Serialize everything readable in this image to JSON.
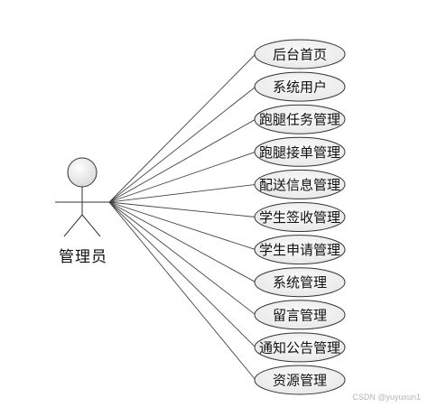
{
  "actor": {
    "name": "管理员"
  },
  "use_cases": [
    "后台首页",
    "系统用户",
    "跑腿任务管理",
    "跑腿接单管理",
    "配送信息管理",
    "学生签收管理",
    "学生申请管理",
    "系统管理",
    "留言管理",
    "通知公告管理",
    "资源管理"
  ],
  "watermark": "CSDN @yuyuxun1",
  "colors": {
    "ellipse_fill": "#eeeeee",
    "stroke": "#333333",
    "line": "#444444",
    "text": "#111111"
  }
}
